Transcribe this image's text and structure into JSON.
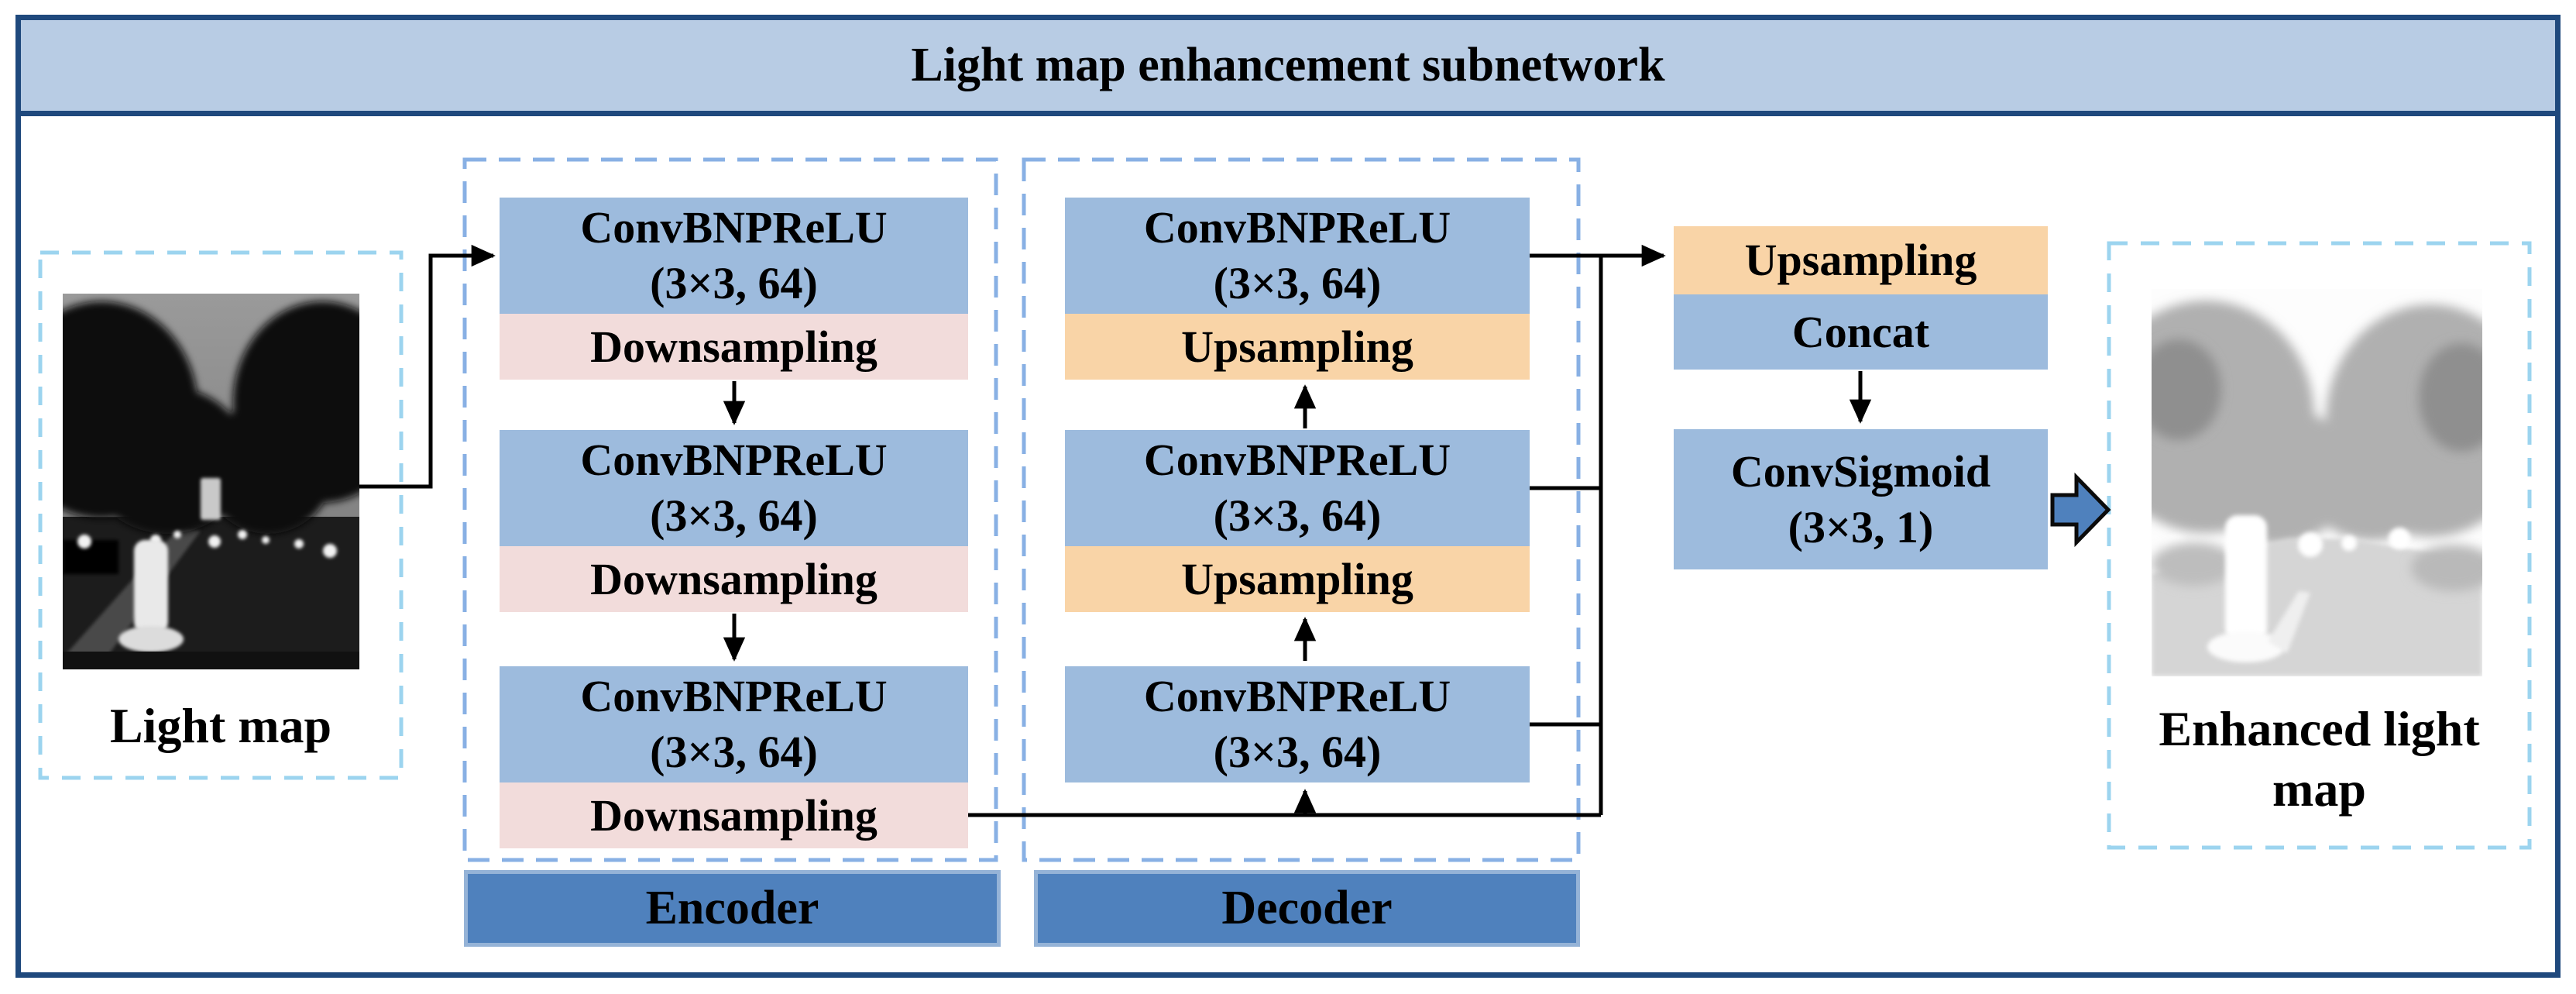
{
  "title": "Light map enhancement subnetwork",
  "io": {
    "input_caption": "Light map",
    "output_caption": "Enhanced light map"
  },
  "encoder": {
    "label": "Encoder",
    "stages": [
      {
        "conv": "ConvBNPReLU",
        "params": "(3×3, 64)",
        "resample": "Downsampling"
      },
      {
        "conv": "ConvBNPReLU",
        "params": "(3×3, 64)",
        "resample": "Downsampling"
      },
      {
        "conv": "ConvBNPReLU",
        "params": "(3×3, 64)",
        "resample": "Downsampling"
      }
    ]
  },
  "decoder": {
    "label": "Decoder",
    "stages": [
      {
        "conv": "ConvBNPReLU",
        "params": "(3×3, 64)",
        "resample": "Upsampling"
      },
      {
        "conv": "ConvBNPReLU",
        "params": "(3×3, 64)",
        "resample": "Upsampling"
      },
      {
        "conv": "ConvBNPReLU",
        "params": "(3×3, 64)"
      }
    ]
  },
  "head": {
    "upsampling": "Upsampling",
    "concat": "Concat",
    "conv": "ConvSigmoid",
    "params": "(3×3, 1)"
  },
  "colors": {
    "frame": "#1F497D",
    "title_bg": "#B8CCE4",
    "conv_block": "#9DBBDD",
    "downsampling_block": "#F2DCDB",
    "upsampling_block": "#F9D4A7",
    "section_bar": "#4F81BD",
    "section_bar_border": "#95B3D7",
    "io_dashed_border": "#9CD4EF",
    "codec_dashed_border": "#88B0E4",
    "connector": "#000000",
    "output_arrow": "#4F81BD"
  }
}
